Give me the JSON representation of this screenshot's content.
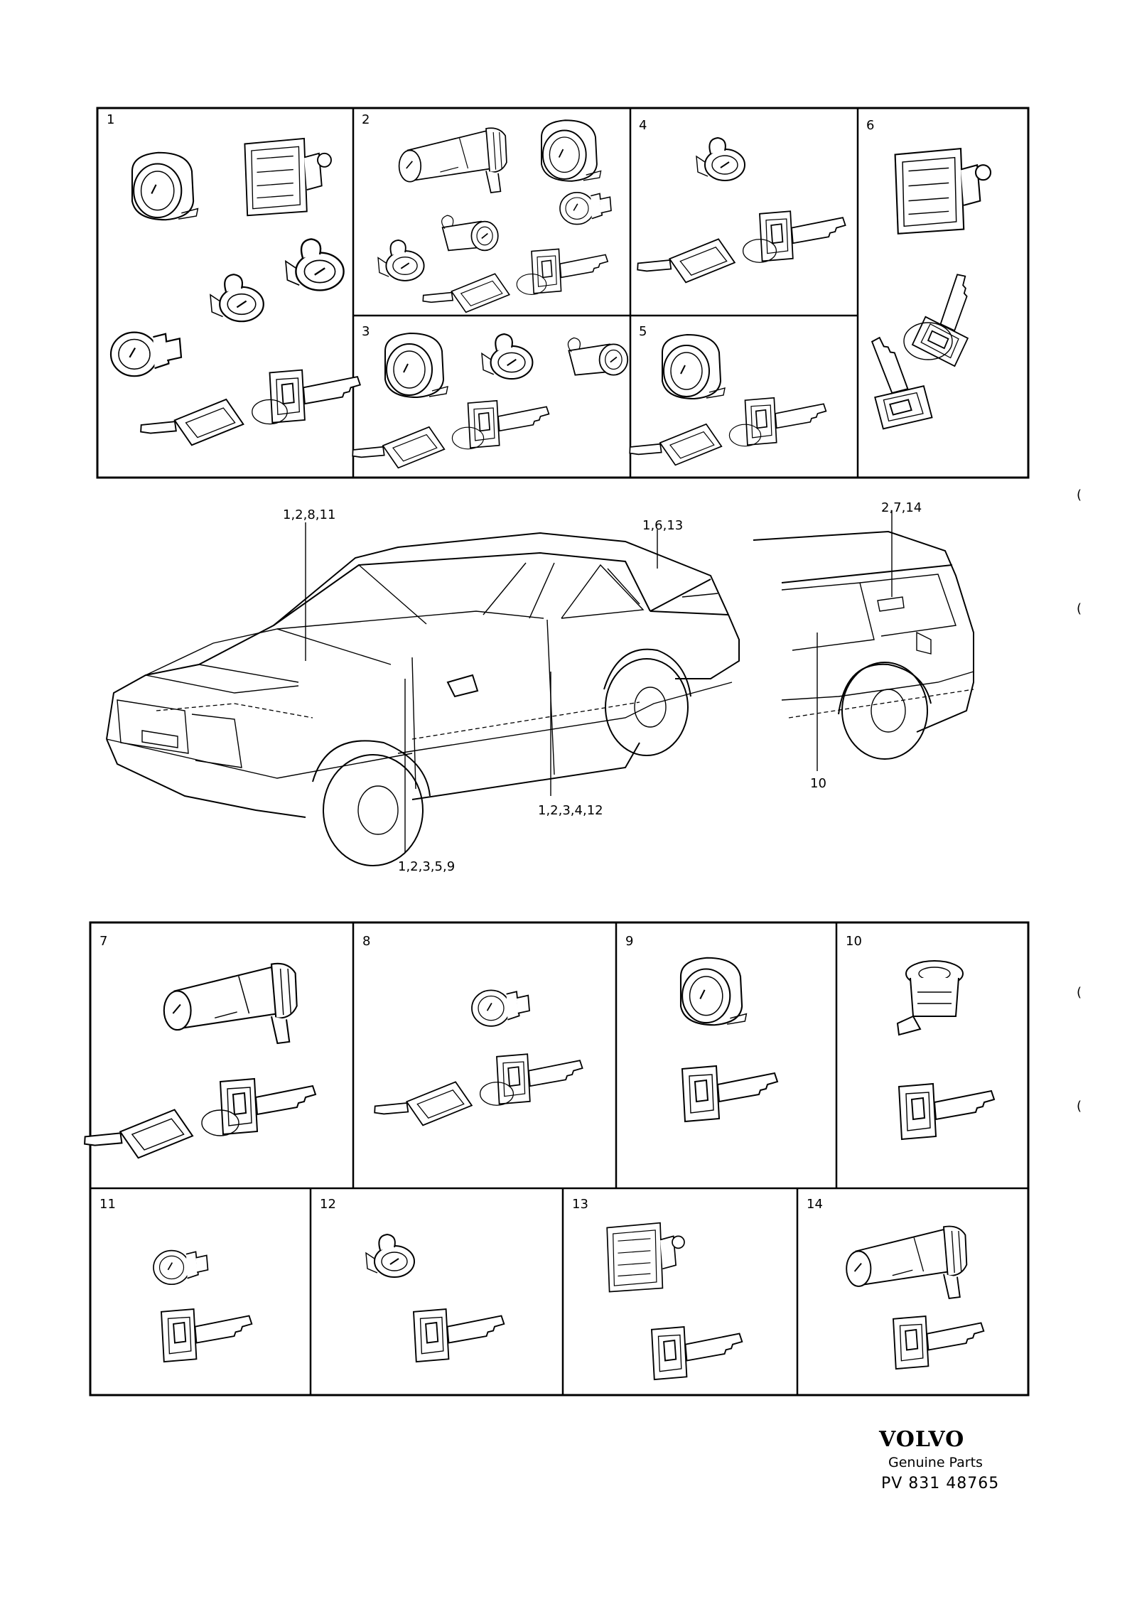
{
  "panels": [
    {
      "id": "1",
      "label": "1",
      "parts": [
        "emblem-lock",
        "door-lock",
        "lock-cylinder",
        "lock-cylinder-small",
        "ignition-cylinder",
        "keys"
      ]
    },
    {
      "id": "2",
      "label": "2",
      "parts": [
        "tailgate-lock",
        "door-lock",
        "ignition-cylinder",
        "lock-cylinder",
        "lock-cylinder-small",
        "keys"
      ]
    },
    {
      "id": "3",
      "label": "3",
      "parts": [
        "door-lock",
        "lock-cylinder-small",
        "lock-cylinder",
        "keys"
      ]
    },
    {
      "id": "4",
      "label": "4",
      "parts": [
        "lock-cylinder-small",
        "keys"
      ]
    },
    {
      "id": "5",
      "label": "5",
      "parts": [
        "door-lock",
        "keys"
      ]
    },
    {
      "id": "6",
      "label": "6",
      "parts": [
        "emblem-lock",
        "keys"
      ]
    },
    {
      "id": "7",
      "label": "7",
      "parts": [
        "tailgate-lock",
        "keys"
      ]
    },
    {
      "id": "8",
      "label": "8",
      "parts": [
        "ignition-cylinder",
        "keys"
      ]
    },
    {
      "id": "9",
      "label": "9",
      "parts": [
        "door-lock",
        "key"
      ]
    },
    {
      "id": "10",
      "label": "10",
      "parts": [
        "glovebox-lock",
        "key"
      ]
    },
    {
      "id": "11",
      "label": "11",
      "parts": [
        "ignition-cylinder",
        "key"
      ]
    },
    {
      "id": "12",
      "label": "12",
      "parts": [
        "lock-cylinder-small",
        "key"
      ]
    },
    {
      "id": "13",
      "label": "13",
      "parts": [
        "emblem-lock",
        "key"
      ]
    },
    {
      "id": "14",
      "label": "14",
      "parts": [
        "tailgate-lock",
        "key"
      ]
    }
  ],
  "car_callouts": {
    "hood": "1,2,8,11",
    "trunk": "1,6,13",
    "tailgate": "2,7,14",
    "rear_door": "1,2,3,4,12",
    "front_door": "1,2,3,5,9",
    "side_window": "10"
  },
  "brand": {
    "logo": "VOLVO",
    "subtitle": "Genuine Parts",
    "part_code": "PV  831 48765"
  },
  "margin_marks": [
    "(",
    "(",
    "(",
    "("
  ]
}
